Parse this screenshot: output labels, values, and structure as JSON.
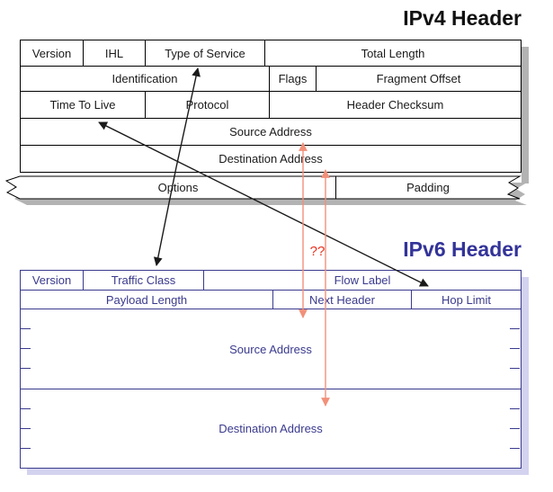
{
  "ipv4": {
    "title": "IPv4 Header",
    "fields": {
      "version": "Version",
      "ihl": "IHL",
      "type_of_service": "Type of Service",
      "total_length": "Total Length",
      "identification": "Identification",
      "flags": "Flags",
      "fragment_offset": "Fragment Offset",
      "time_to_live": "Time To Live",
      "protocol": "Protocol",
      "header_checksum": "Header Checksum",
      "source_address": "Source Address",
      "destination_address": "Destination Address",
      "options": "Options",
      "padding": "Padding"
    }
  },
  "ipv6": {
    "title": "IPv6 Header",
    "fields": {
      "version": "Version",
      "traffic_class": "Traffic Class",
      "flow_label": "Flow Label",
      "payload_length": "Payload Length",
      "next_header": "Next Header",
      "hop_limit": "Hop Limit",
      "source_address": "Source Address",
      "destination_address": "Destination Address"
    }
  },
  "annotations": {
    "question_marks": "??",
    "mappings": [
      "Type of Service <-> Traffic Class",
      "Time To Live <-> Hop Limit",
      "Source Address <-> Source Address",
      "Destination Address <-> Destination Address"
    ]
  },
  "colors": {
    "ipv4_line": "#000000",
    "ipv4_text": "#1a1a1a",
    "ipv6_line": "#3a3a8e",
    "ipv6_title": "#333399",
    "black_arrow": "#1a1a1a",
    "salmon_arrow": "#f2907a",
    "question_red": "#e8321e",
    "ipv4_shadow": "#b3b3b3",
    "ipv6_shadow": "#d3d3ef",
    "background": "#ffffff"
  }
}
